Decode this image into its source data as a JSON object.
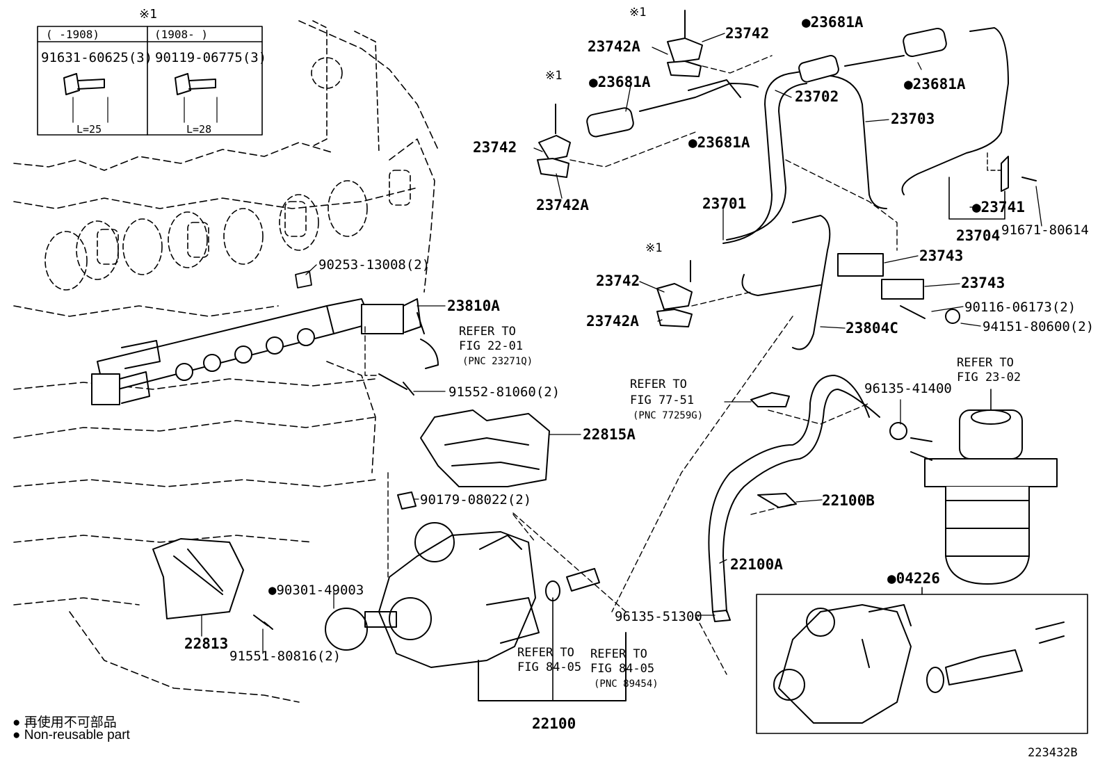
{
  "diagram": {
    "figure_id": "223432B",
    "note_mark": "※1",
    "bolt_inset": {
      "header_mark": "※1",
      "columns": [
        {
          "range": "(    -1908)",
          "part": "91631-60625(3)",
          "length": "L=25"
        },
        {
          "range": "(1908-    )",
          "part": "90119-06775(3)",
          "length": "L=28"
        }
      ]
    },
    "labels": {
      "p23742_top": "23742",
      "p23742A_top": "23742A",
      "p23681A_top": "●23681A",
      "p23681A_right": "●23681A",
      "p23681A_left": "●23681A",
      "p23681A_mid": "●23681A",
      "p23702": "23702",
      "p23703": "23703",
      "p23742_left": "23742",
      "p23742A_left": "23742A",
      "p23701": "23701",
      "p23741": "●23741",
      "p23704": "23704",
      "p91671": "91671-80614",
      "p23742_mid": "23742",
      "p23742A_mid": "23742A",
      "p23743a": "23743",
      "p23743b": "23743",
      "p90116": "90116-06173(2)",
      "p94151": "94151-80600(2)",
      "p23804C": "23804C",
      "p90253": "90253-13008(2)",
      "p23810A": "23810A",
      "p91552": "91552-81060(2)",
      "p22815A": "22815A",
      "p90179": "90179-08022(2)",
      "p90301": "●90301-49003",
      "p22813": "22813",
      "p91551": "91551-80816(2)",
      "p22100": "22100",
      "p22100A": "22100A",
      "p22100B": "22100B",
      "p96135_41400": "96135-41400",
      "p96135_51300": "96135-51300",
      "p04226": "●04226",
      "mark_1a": "※1",
      "mark_1b": "※1",
      "mark_1c": "※1"
    },
    "refs": {
      "fig22": {
        "line1": "REFER TO",
        "line2": "FIG 22-01",
        "line3": "(PNC 23271Q)"
      },
      "fig77": {
        "line1": "REFER TO",
        "line2": "FIG 77-51",
        "line3": "(PNC 77259G)"
      },
      "fig23": {
        "line1": "REFER TO",
        "line2": "FIG 23-02"
      },
      "fig84a": {
        "line1": "REFER TO",
        "line2": "FIG 84-05"
      },
      "fig84b": {
        "line1": "REFER TO",
        "line2": "FIG 84-05",
        "line3": "(PNC 89454)"
      }
    },
    "legend": {
      "line_jp": "● 再使用不可部品",
      "line_en": "● Non-reusable part"
    }
  }
}
